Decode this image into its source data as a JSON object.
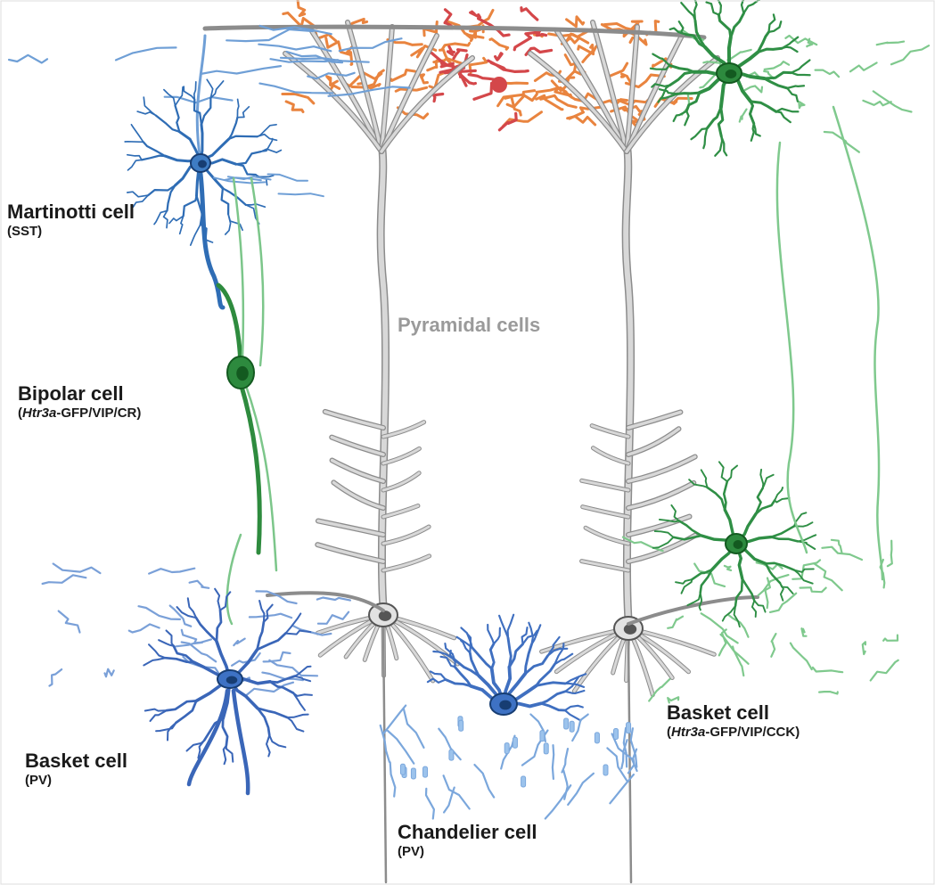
{
  "labels": {
    "martinotti": {
      "name": "Martinotti cell",
      "marker": "(SST)"
    },
    "bipolar": {
      "name": "Bipolar cell",
      "marker_italic": "Htr3a",
      "marker_rest": "-GFP/VIP/CR)",
      "marker_open": "("
    },
    "pyramidal": {
      "name": "Pyramidal cells"
    },
    "basket_pv": {
      "name": "Basket cell",
      "marker": "(PV)"
    },
    "basket_cck": {
      "name": "Basket cell",
      "marker_italic": "Htr3a",
      "marker_rest": "-GFP/VIP/CCK)",
      "marker_open": "("
    },
    "chandelier": {
      "name": "Chandelier cell",
      "marker": "(PV)"
    }
  },
  "colors": {
    "pyramidal": "#b9b9b9",
    "pyramidal_outline": "#8c8c8c",
    "martinotti": "#2f6db5",
    "martinotti_axon": "#6f9fd6",
    "bipolar": "#2e8b3e",
    "bipolar_axon": "#7cc68a",
    "basket_pv": "#3a66b8",
    "basket_pv_axon": "#7aa0d8",
    "basket_cck": "#2f8f45",
    "basket_cck_axon": "#7fc98d",
    "chandelier": "#3f6fc0",
    "chandelier_axon": "#7ba7dc",
    "orange_axon": "#e9843f",
    "red_axon": "#d4474a"
  }
}
